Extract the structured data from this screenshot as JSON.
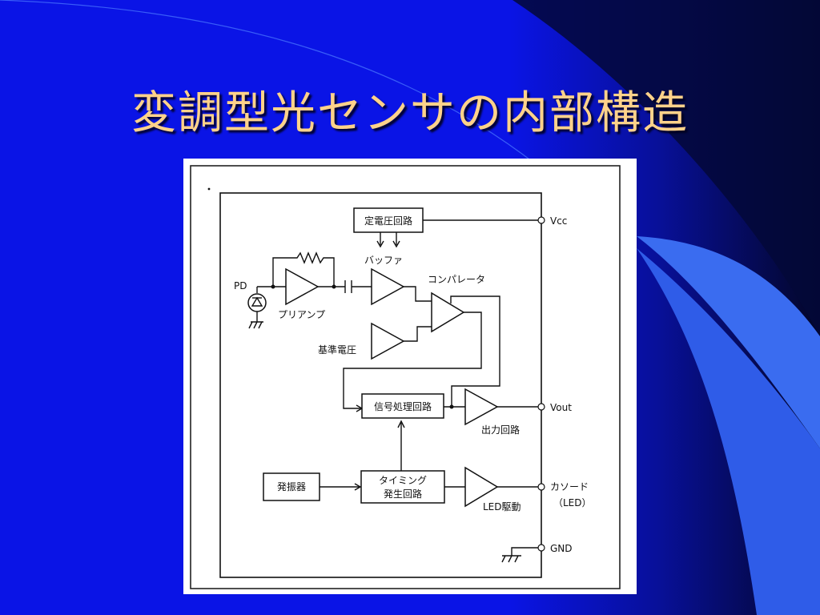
{
  "slide": {
    "title": "変調型光センサの内部構造"
  },
  "colors": {
    "background": "#0a14e6",
    "title": "#ffd28a",
    "accent_light": "#3a6cf0",
    "accent_dark": "#050a3c"
  },
  "diagram": {
    "blocks": {
      "regulator": "定電圧回路",
      "signal_proc": "信号処理回路",
      "oscillator": "発振器",
      "timing_line1": "タイミング",
      "timing_line2": "発生回路"
    },
    "labels": {
      "buffer": "バッファ",
      "comparator": "コンパレータ",
      "pd": "PD",
      "preamp": "プリアンプ",
      "reference": "基準電圧",
      "output_circuit": "出力回路",
      "led_drive": "LED駆動"
    },
    "terminals": {
      "vcc": "Vcc",
      "vout": "Vout",
      "cathode": "カソード",
      "cathode_sub": "（LED）",
      "gnd": "GND"
    }
  }
}
